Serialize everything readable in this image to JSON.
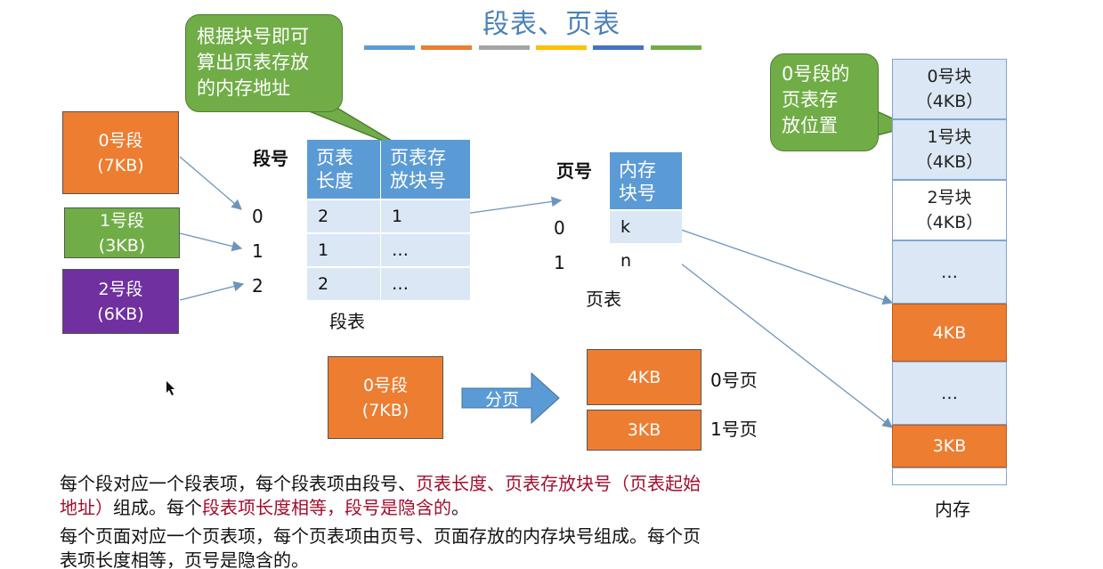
{
  "title": "段表、页表",
  "stripe_colors": [
    "#5b9bd5",
    "#ed7d31",
    "#a5a5a5",
    "#ffc000",
    "#4472c4",
    "#70ad47"
  ],
  "callouts": {
    "left": [
      "根据块号即可",
      "算出页表存放",
      "的内存地址"
    ],
    "right": [
      "0号段的",
      "页表存",
      "放位置"
    ]
  },
  "segments": [
    {
      "name": "0号段",
      "size": "(7KB)"
    },
    {
      "name": "1号段",
      "size": "(3KB)"
    },
    {
      "name": "2号段",
      "size": "(6KB)"
    }
  ],
  "segment_table": {
    "col0_header": "段号",
    "headers": [
      [
        "页表",
        "长度"
      ],
      [
        "页表存",
        "放块号"
      ]
    ],
    "index": [
      "0",
      "1",
      "2"
    ],
    "rows": [
      [
        "2",
        "1"
      ],
      [
        "1",
        "…"
      ],
      [
        "2",
        "…"
      ]
    ],
    "caption": "段表"
  },
  "page_table": {
    "col0_header": "页号",
    "header": [
      "内存",
      "块号"
    ],
    "index": [
      "0",
      "1"
    ],
    "rows": [
      "k",
      "n"
    ],
    "caption": "页表"
  },
  "paging": {
    "segment_name": "0号段",
    "segment_size": "(7KB)",
    "arrow_label": "分页",
    "pages": [
      {
        "size": "4KB",
        "label": "0号页"
      },
      {
        "size": "3KB",
        "label": "1号页"
      }
    ]
  },
  "memory": {
    "blocks": [
      {
        "line1": "0号块",
        "line2": "（4KB）"
      },
      {
        "line1": "1号块",
        "line2": "（4KB）"
      },
      {
        "line1": "2号块",
        "line2": "（4KB）"
      },
      {
        "line1": "…"
      },
      {
        "line1": "4KB"
      },
      {
        "line1": "…"
      },
      {
        "line1": "3KB"
      }
    ],
    "caption": "内存"
  },
  "text": {
    "p1_a": "每个段对应一个段表项，每个段表项由段号、",
    "p1_b": "页表长度、页表存放块号（页表起始",
    "p1_c": "地址）",
    "p1_d": "组成。每个",
    "p1_e": "段表项长度相等，段号是隐含的",
    "p1_f": "。",
    "p2_line1": "每个页面对应一个页表项，每个页表项由页号、页面存放的内存块号组成。每个页",
    "p2_line2": "表项长度相等，页号是隐含的。"
  }
}
